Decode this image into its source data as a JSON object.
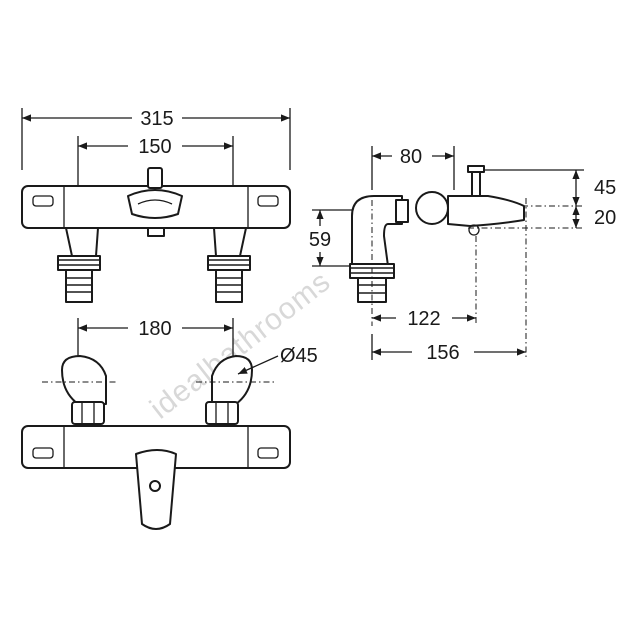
{
  "dimensions": {
    "front_overall_width": "315",
    "front_connection_centres": "150",
    "rear_connection_centres": "180",
    "inlet_diameter": "Ø45",
    "side_top_offset": "80",
    "side_height": "59",
    "side_spout_rise": "45",
    "side_spout_height": "20",
    "side_projection_inner": "122",
    "side_projection_overall": "156"
  },
  "watermark": "idealbathrooms"
}
